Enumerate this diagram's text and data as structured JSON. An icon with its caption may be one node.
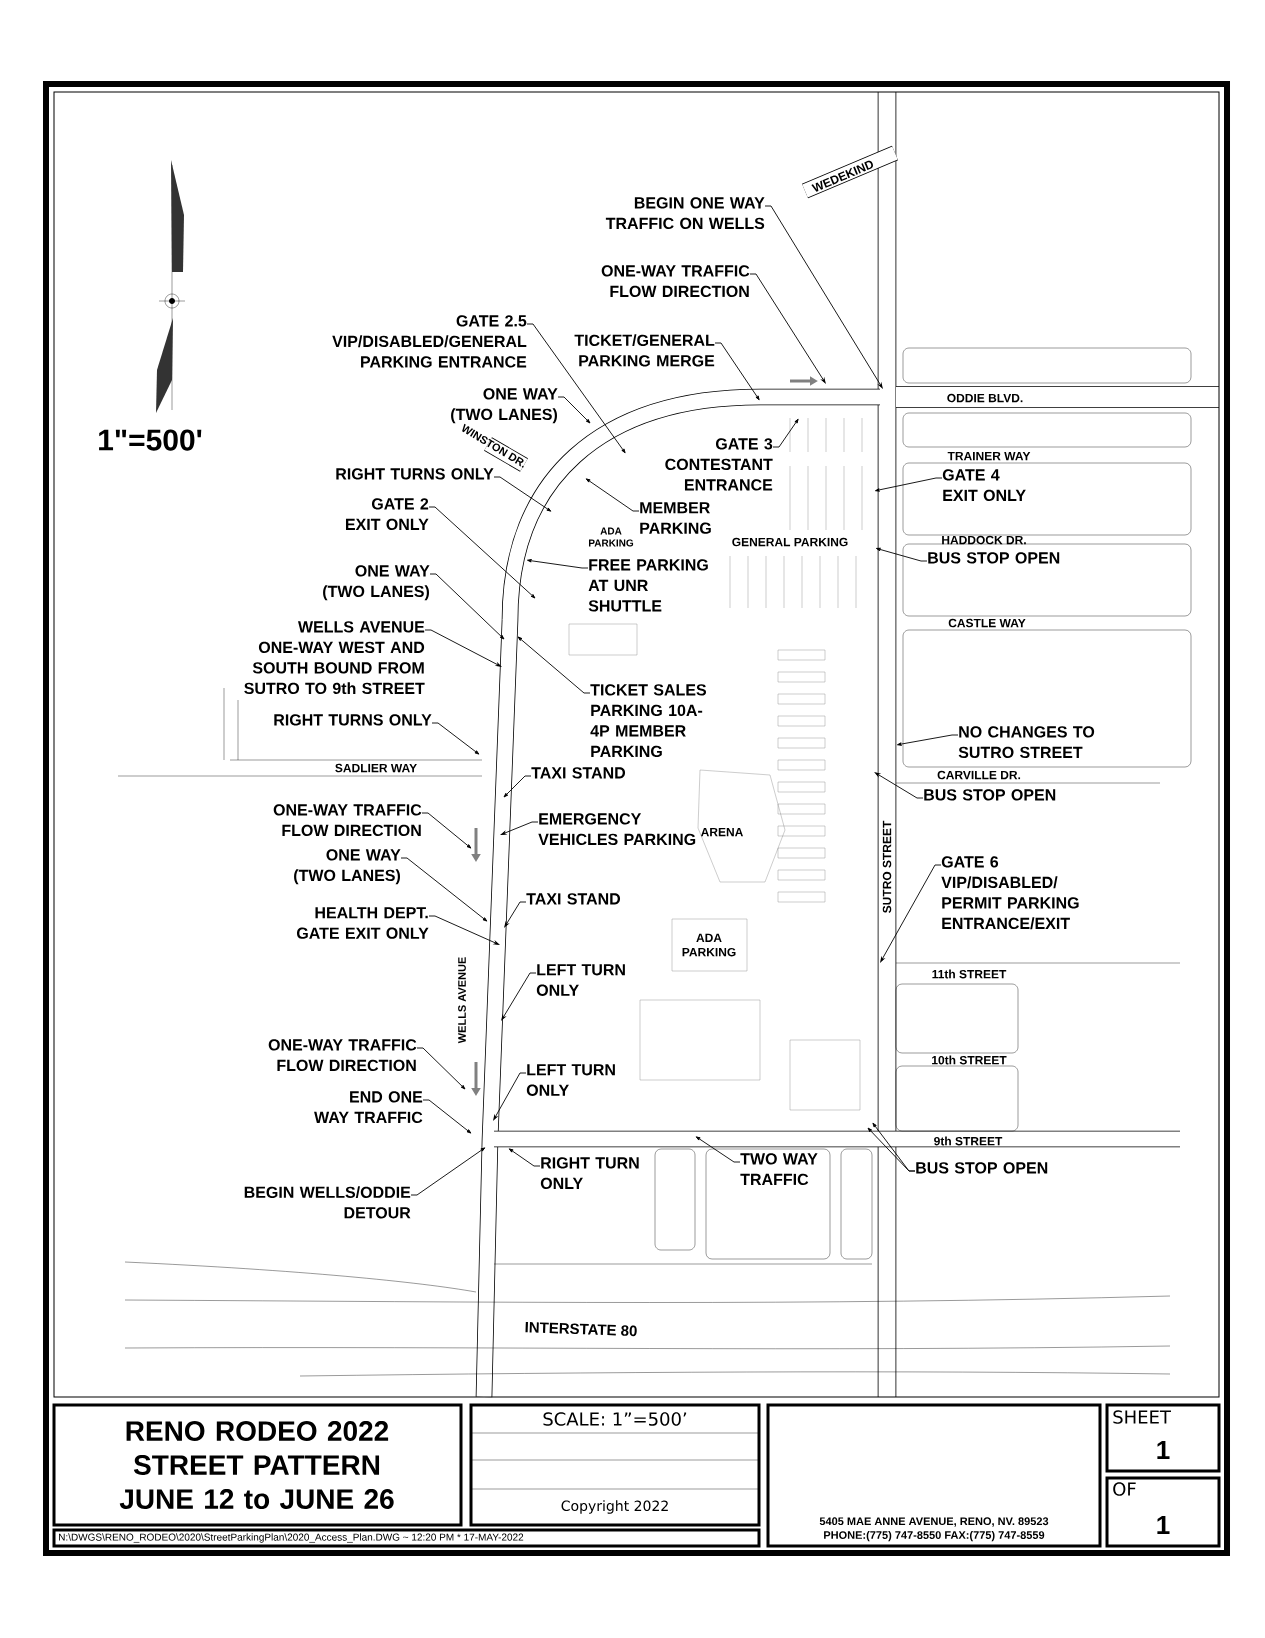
{
  "diagram": {
    "title": "RENO RODEO 2022 STREET PATTERN JUNE 12 to JUNE 26",
    "nodes": [
      {
        "text": [
          "BEGIN ONE WAY TRAFFIC ON WELLS"
        ]
      },
      {
        "text": [
          "ONE-WAY TRAFFIC FLOW DIRECTION"
        ]
      },
      {
        "text": [
          "GATE 2.5",
          "VIP/DISABLED/GENERAL PARKING ENTRANCE"
        ]
      },
      {
        "text": [
          "TICKET/GENERAL PARKING MERGE"
        ]
      },
      {
        "text": [
          "ONE WAY (TWO LANES)"
        ]
      },
      {
        "text": [
          "GATE 3",
          "CONTESTANT ENTRANCE"
        ]
      },
      {
        "text": [
          "RIGHT TURNS ONLY"
        ]
      },
      {
        "text": [
          "GATE 4",
          "EXIT ONLY"
        ]
      },
      {
        "text": [
          "GATE 2",
          "EXIT ONLY"
        ]
      },
      {
        "text": [
          "MEMBER PARKING"
        ]
      },
      {
        "text": [
          "BUS STOP OPEN"
        ]
      },
      {
        "text": [
          "FREE PARKING AT UNR SHUTTLE"
        ]
      },
      {
        "text": [
          "ONE WAY (TWO LANES)"
        ]
      },
      {
        "text": [
          "WELLS AVENUE ONE-WAY WEST AND SOUTH BOUND FROM SUTRO TO 9th STREET"
        ]
      },
      {
        "text": [
          "TICKET SALES PARKING 10A-4P MEMBER PARKING"
        ]
      },
      {
        "text": [
          "RIGHT TURNS ONLY"
        ]
      },
      {
        "text": [
          "NO CHANGES TO SUTRO STREET"
        ]
      },
      {
        "text": [
          "TAXI STAND"
        ]
      },
      {
        "text": [
          "BUS STOP OPEN"
        ]
      },
      {
        "text": [
          "ONE-WAY TRAFFIC FLOW DIRECTION"
        ]
      },
      {
        "text": [
          "EMERGENCY VEHICLES PARKING"
        ]
      },
      {
        "text": [
          "ONE WAY (TWO LANES)"
        ]
      },
      {
        "text": [
          "GATE 6",
          "VIP/DISABLED/ PERMIT PARKING ENTRANCE/EXIT"
        ]
      },
      {
        "text": [
          "TAXI STAND"
        ]
      },
      {
        "text": [
          "HEALTH DEPT. GATE EXIT ONLY"
        ]
      },
      {
        "text": [
          "LEFT TURN ONLY"
        ]
      },
      {
        "text": [
          "ONE-WAY TRAFFIC FLOW DIRECTION"
        ]
      },
      {
        "text": [
          "LEFT TURN ONLY"
        ]
      },
      {
        "text": [
          "END ONE WAY TRAFFIC"
        ]
      },
      {
        "text": [
          "TWO WAY TRAFFIC"
        ]
      },
      {
        "text": [
          "RIGHT TURN ONLY"
        ]
      },
      {
        "text": [
          "BUS STOP OPEN"
        ]
      },
      {
        "text": [
          "BEGIN WELLS/ODDIE DETOUR"
        ]
      }
    ],
    "edges": [
      {
        "from": 0,
        "to": null,
        "arrow": "to"
      },
      {
        "from": 1,
        "to": null,
        "arrow": "to"
      },
      {
        "from": 2,
        "to": null,
        "arrow": "to"
      },
      {
        "from": 3,
        "to": null,
        "arrow": "to"
      },
      {
        "from": 4,
        "to": null,
        "arrow": "to"
      },
      {
        "from": 5,
        "to": null,
        "arrow": "to"
      },
      {
        "from": 6,
        "to": null,
        "arrow": "to"
      },
      {
        "from": 7,
        "to": null,
        "arrow": "to"
      },
      {
        "from": 8,
        "to": null,
        "arrow": "to"
      },
      {
        "from": 9,
        "to": null,
        "arrow": "to"
      },
      {
        "from": 10,
        "to": null,
        "arrow": "to"
      },
      {
        "from": 11,
        "to": null,
        "arrow": "to"
      },
      {
        "from": 12,
        "to": null,
        "arrow": "to"
      },
      {
        "from": 13,
        "to": null,
        "arrow": "to"
      },
      {
        "from": 14,
        "to": null,
        "arrow": "to"
      },
      {
        "from": 15,
        "to": null,
        "arrow": "to"
      },
      {
        "from": 16,
        "to": null,
        "arrow": "to"
      },
      {
        "from": 17,
        "to": null,
        "arrow": "to"
      },
      {
        "from": 18,
        "to": null,
        "arrow": "to"
      },
      {
        "from": 19,
        "to": null,
        "arrow": "to"
      },
      {
        "from": 20,
        "to": null,
        "arrow": "to"
      },
      {
        "from": 21,
        "to": null,
        "arrow": "to"
      },
      {
        "from": 22,
        "to": null,
        "arrow": "to"
      },
      {
        "from": 23,
        "to": null,
        "arrow": "to"
      },
      {
        "from": 24,
        "to": null,
        "arrow": "to"
      },
      {
        "from": 25,
        "to": null,
        "arrow": "to"
      },
      {
        "from": 26,
        "to": null,
        "arrow": "to"
      },
      {
        "from": 27,
        "to": null,
        "arrow": "to"
      },
      {
        "from": 28,
        "to": null,
        "arrow": "to"
      },
      {
        "from": 29,
        "to": null,
        "arrow": "to"
      },
      {
        "from": 30,
        "to": null,
        "arrow": "to"
      },
      {
        "from": 31,
        "to": null,
        "arrow": "to"
      },
      {
        "from": 31,
        "to": null,
        "arrow": "to"
      },
      {
        "from": 32,
        "to": null,
        "arrow": "to"
      }
    ],
    "labels": [
      "1\"=500'",
      "WEDEKIND",
      "ODDIE BLVD.",
      "WINSTON DR.",
      "ADA PARKING",
      "TRAINER WAY",
      "GENERAL PARKING",
      "HADDOCK DR.",
      "CASTLE WAY",
      "SADLIER WAY",
      "CARVILLE DR.",
      "ARENA",
      "SUTRO STREET",
      "ADA PARKING",
      "11th STREET",
      "WELLS AVENUE",
      "10th STREET",
      "9th STREET",
      "INTERSTATE 80",
      "SCALE: 1”=500’",
      "Copyright 2022",
      "N:\\DWGS\\RENO_RODEO\\2020\\StreetParkingPlan\\2020_Access_Plan.DWG ~ 12:20 PM * 17-MAY-2022",
      "5405 MAE ANNE AVENUE, RENO, NV. 89523",
      "PHONE:(775) 747-8550 FAX:(775) 747-8559",
      "SHEET",
      "1",
      "OF",
      "1"
    ]
  }
}
